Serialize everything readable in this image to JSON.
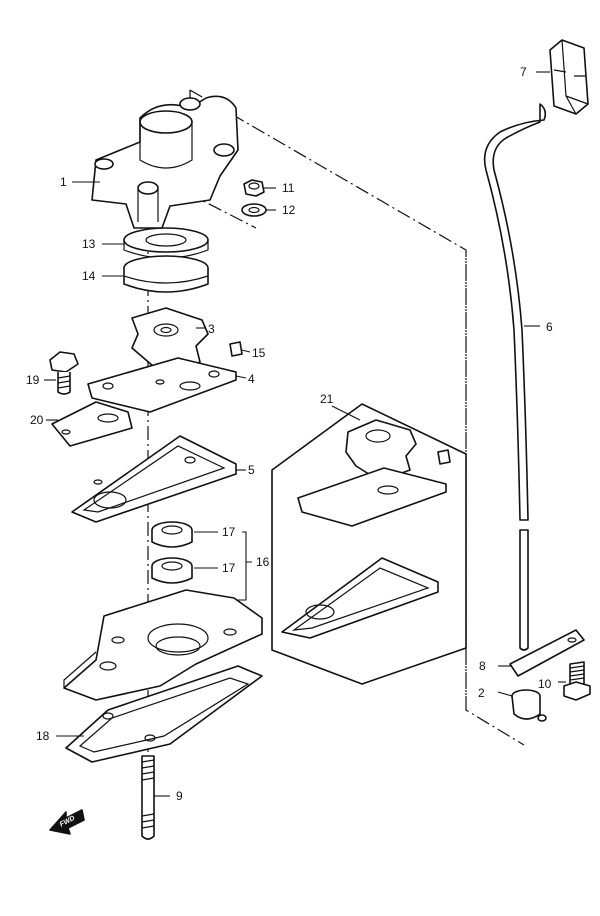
{
  "callouts": {
    "c1": "1",
    "c2": "2",
    "c3": "3",
    "c4": "4",
    "c5": "5",
    "c6": "6",
    "c7": "7",
    "c8": "8",
    "c9": "9",
    "c10": "10",
    "c11": "11",
    "c12": "12",
    "c13": "13",
    "c14": "14",
    "c15": "15",
    "c16": "16",
    "c17a": "17",
    "c17b": "17",
    "c18": "18",
    "c19": "19",
    "c20": "20",
    "c21": "21"
  },
  "fwd_label": "FWD"
}
